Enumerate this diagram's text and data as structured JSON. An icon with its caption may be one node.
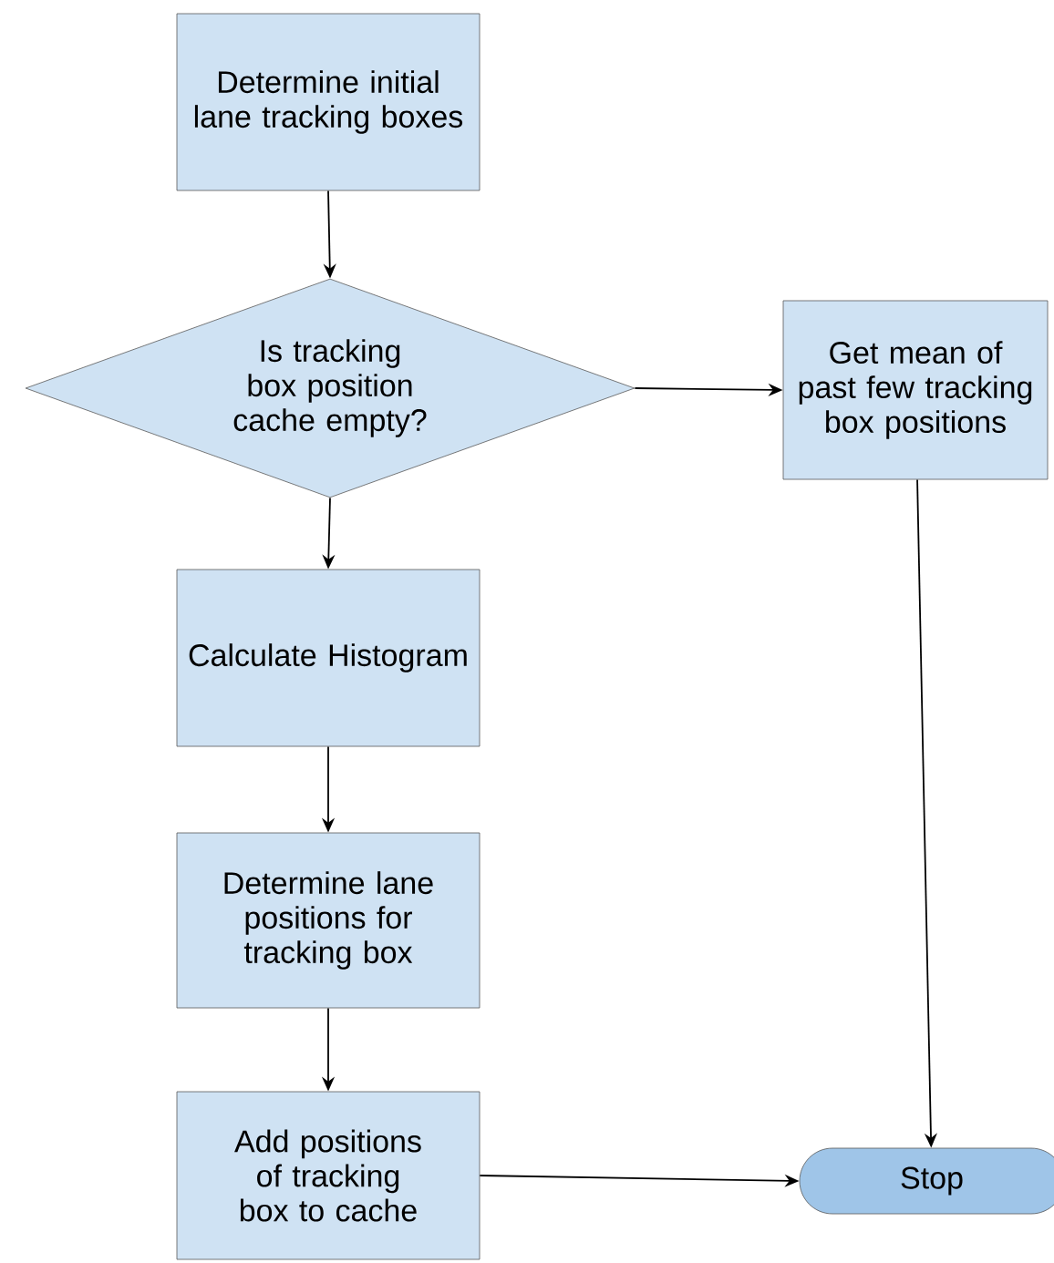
{
  "diagram": {
    "nodes": [
      {
        "text": [
          "Determine initial lane tracking boxes"
        ]
      },
      {
        "text": [
          "Is tracking box position cache empty?"
        ]
      },
      {
        "text": [
          "Get mean of past few tracking box positions"
        ]
      },
      {
        "text": [
          "Calculate Histogram"
        ]
      },
      {
        "text": [
          "Determine lane positions for tracking box"
        ]
      },
      {
        "text": [
          "Add positions of tracking box to cache"
        ]
      },
      {
        "text": [
          "Stop"
        ]
      }
    ],
    "edges": [
      {
        "from": 0,
        "to": 1,
        "arrow": "to"
      },
      {
        "from": 1,
        "to": 2,
        "arrow": "to"
      },
      {
        "from": 1,
        "to": 3,
        "arrow": "to"
      },
      {
        "from": 3,
        "to": 4,
        "arrow": "to"
      },
      {
        "from": 4,
        "to": 5,
        "arrow": "to"
      },
      {
        "from": 5,
        "to": 6,
        "arrow": "to"
      },
      {
        "from": 2,
        "to": 6,
        "arrow": "to"
      }
    ]
  }
}
